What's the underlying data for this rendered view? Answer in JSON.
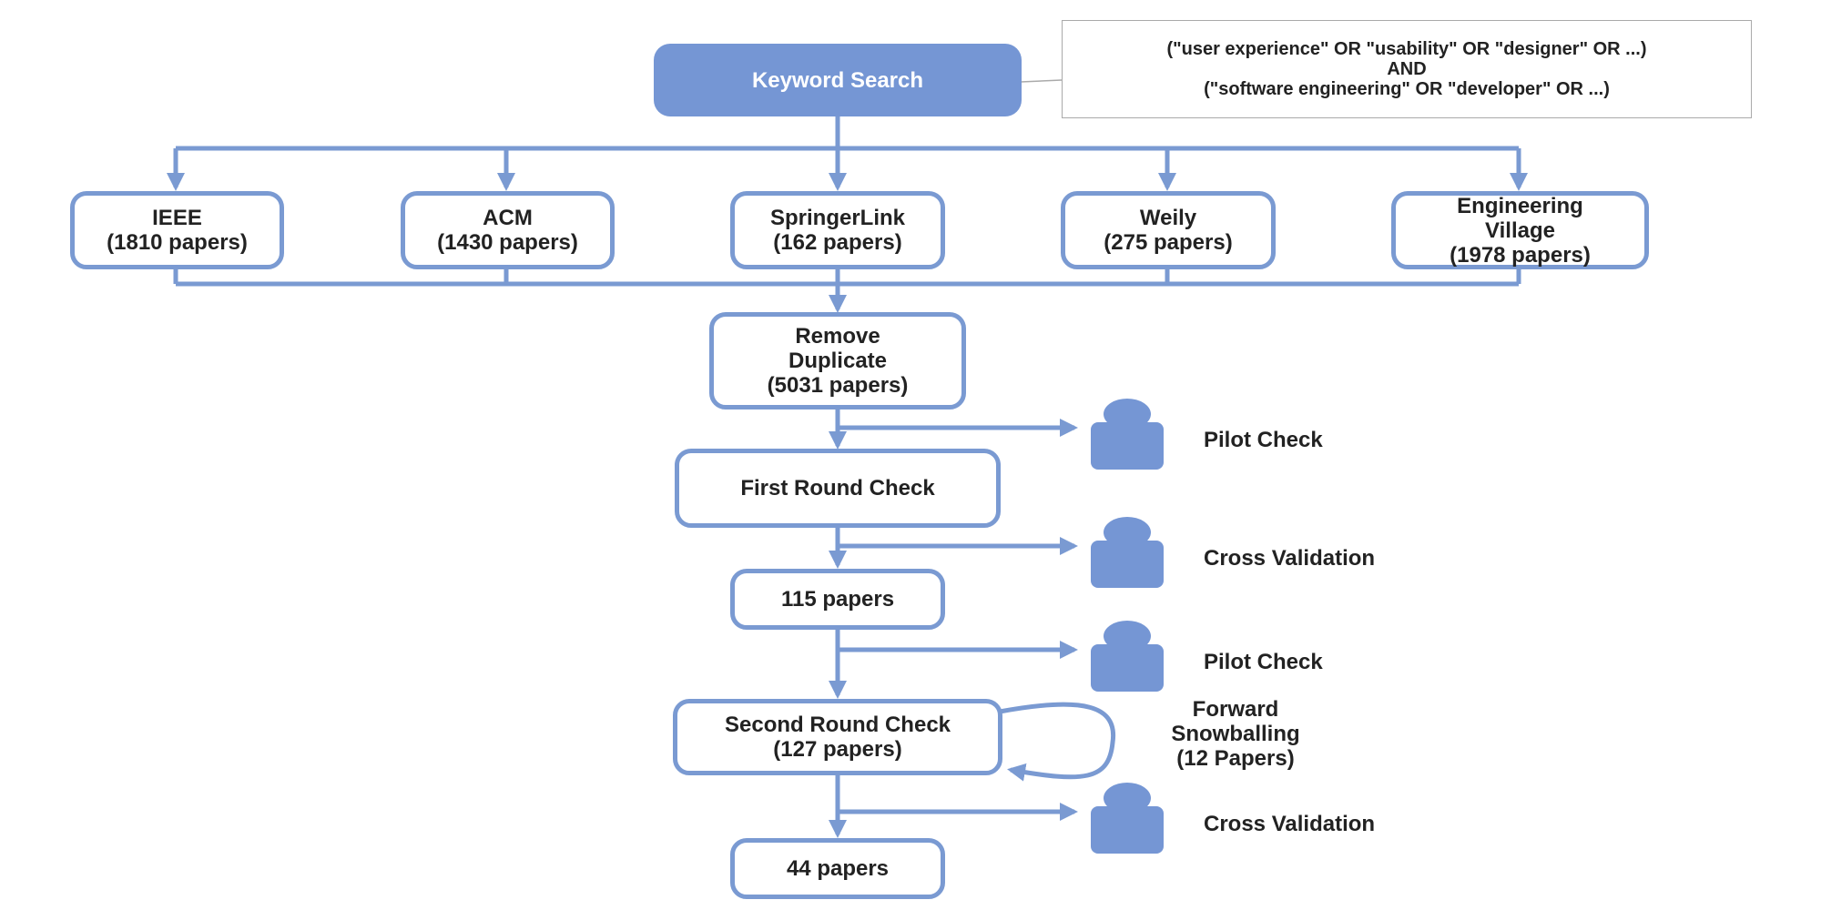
{
  "keyword_search": {
    "label": "Keyword Search"
  },
  "query": {
    "line1": "(\"user experience\" OR \"usability\" OR \"designer\" OR ...)",
    "line2": "AND",
    "line3": "(\"software engineering\" OR \"developer\" OR ...)"
  },
  "sources": [
    {
      "name": "IEEE",
      "count": "(1810 papers)"
    },
    {
      "name": "ACM",
      "count": "(1430 papers)"
    },
    {
      "name": "SpringerLink",
      "count": "(162 papers)"
    },
    {
      "name": "Weily",
      "count": "(275 papers)"
    },
    {
      "name_line1": "Engineering",
      "name_line2": "Village",
      "count": "(1978 papers)"
    }
  ],
  "remove_duplicate": {
    "line1": "Remove",
    "line2": "Duplicate",
    "line3": "(5031 papers)"
  },
  "first_round": {
    "label": "First Round Check"
  },
  "papers_115": {
    "label": "115 papers"
  },
  "second_round": {
    "line1": "Second Round Check",
    "line2": "(127 papers)"
  },
  "papers_44": {
    "label": "44 papers"
  },
  "reviewers": [
    {
      "label": "Pilot Check"
    },
    {
      "label": "Cross Validation"
    },
    {
      "label": "Pilot Check"
    },
    {
      "label": "Cross Validation"
    }
  ],
  "snowballing": {
    "line1": "Forward",
    "line2": "Snowballing",
    "line3": "(12 Papers)"
  },
  "colors": {
    "accent": "#7596d4",
    "border": "#7a9ad2"
  }
}
